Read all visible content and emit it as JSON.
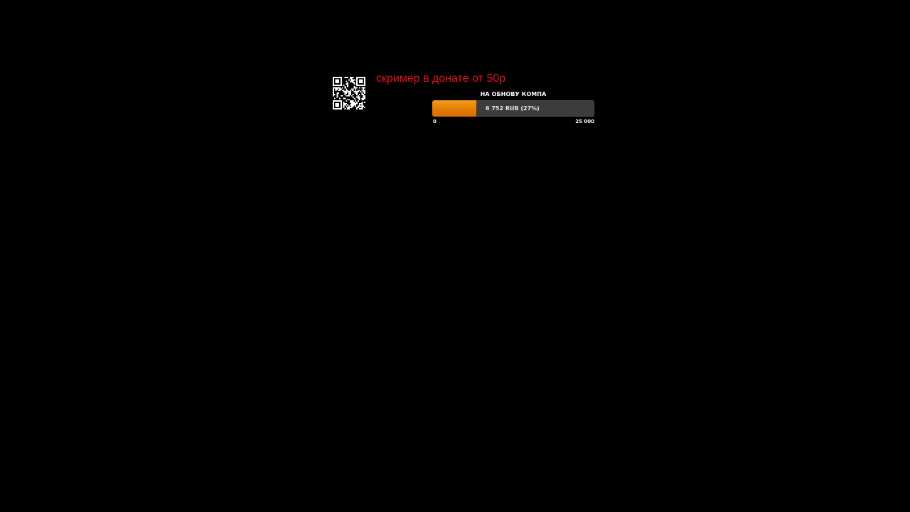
{
  "overlay": {
    "promo_text": "скример в донате от 50р",
    "promo_color": "#e0141c",
    "qr_icon": "qr-code-icon"
  },
  "goal": {
    "title": "НА ОБНОВУ КОМПА",
    "amount_label": "6 752 RUB (27%)",
    "raised": 6752,
    "target": 25000,
    "currency": "RUB",
    "progress_fraction": 0.27,
    "min_label": "0",
    "max_label": "25 000",
    "fill_color": "#e47c06",
    "track_color": "#3c3c3c"
  }
}
